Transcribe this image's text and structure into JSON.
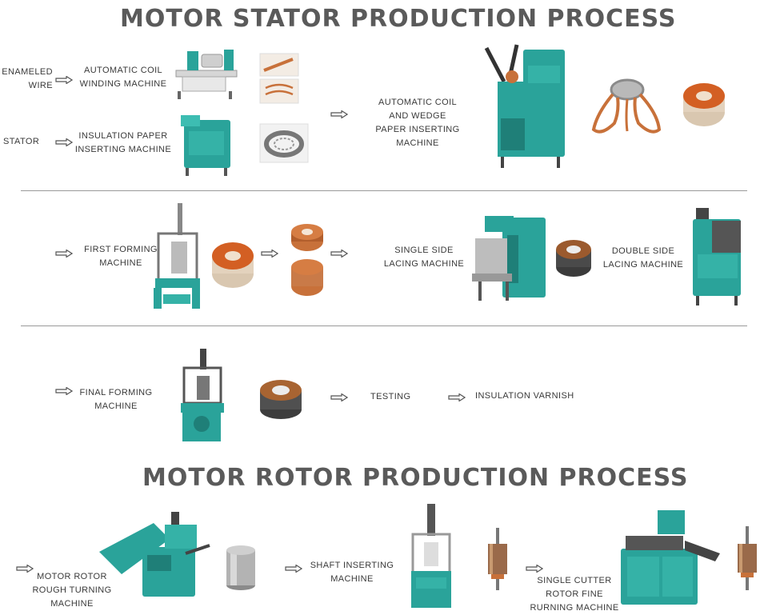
{
  "stator_title": "MOTOR STATOR PRODUCTION PROCESS",
  "rotor_title": "MOTOR ROTOR PRODUCTION PROCESS",
  "labels": {
    "enameled_wire": [
      "ENAMELED",
      "WIRE"
    ],
    "stator": [
      "STATOR"
    ],
    "auto_coil_winding": [
      "AUTOMATIC COIL",
      "WINDING MACHINE"
    ],
    "insulation_paper": [
      "INSULATION PAPER",
      "INSERTING MACHINE"
    ],
    "auto_coil_wedge": [
      "AUTOMATIC COIL",
      "AND WEDGE",
      "PAPER INSERTING",
      "MACHINE"
    ],
    "first_forming": [
      "FIRST FORMING",
      "MACHINE"
    ],
    "single_side_lacing": [
      "SINGLE SIDE",
      "LACING MACHINE"
    ],
    "double_side_lacing": [
      "DOUBLE SIDE",
      "LACING MACHINE"
    ],
    "final_forming": [
      "FINAL FORMING",
      "MACHINE"
    ],
    "testing": [
      "TESTING"
    ],
    "insulation_varnish": [
      "INSULATION VARNISH"
    ],
    "rotor_rough_turning": [
      "MOTOR ROTOR",
      "ROUGH TURNING",
      "MACHINE"
    ],
    "shaft_inserting": [
      "SHAFT INSERTING",
      "MACHINE"
    ],
    "single_cutter": [
      "SINGLE CUTTER",
      "ROTOR FINE",
      "RURNING MACHINE"
    ]
  },
  "colors": {
    "machine": "#2aa39a",
    "machine_dark": "#1f7f78",
    "copper": "#c8713a",
    "steel": "#8a8a8a",
    "title": "#5a5a5a"
  }
}
